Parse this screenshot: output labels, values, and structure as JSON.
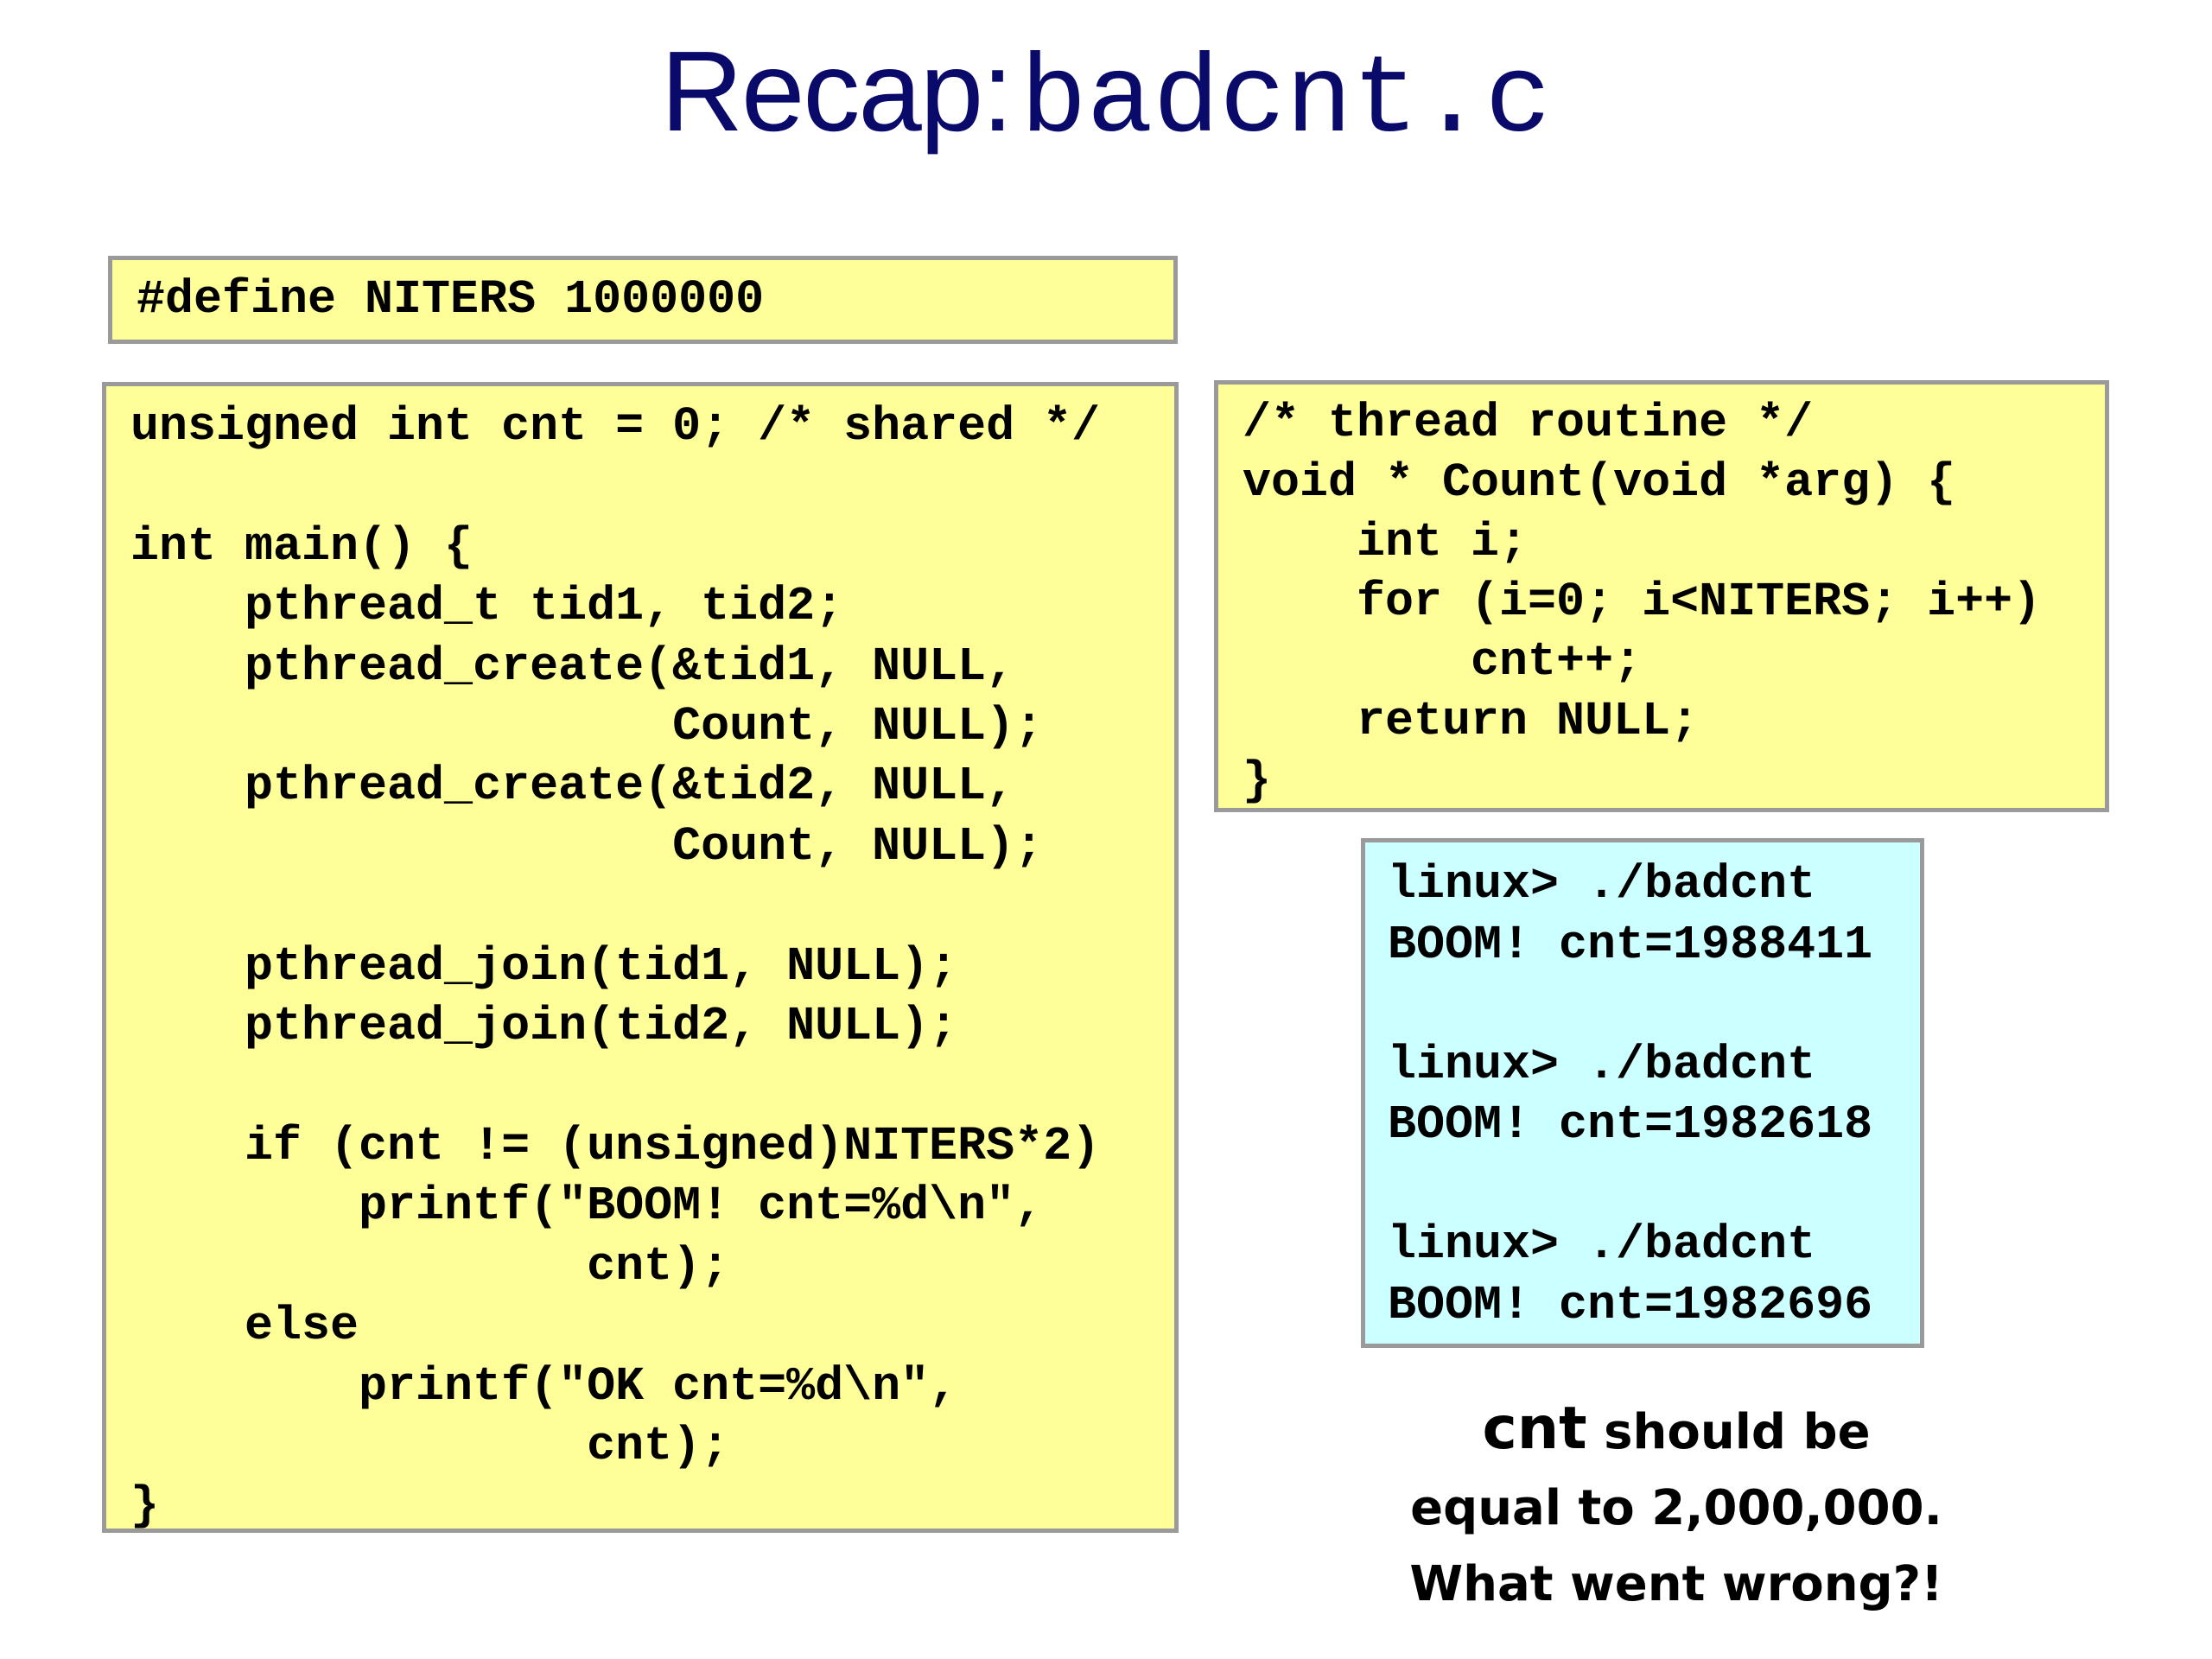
{
  "slide": {
    "title_text": "Recap:",
    "title_code": "badcnt.c"
  },
  "code": {
    "define": "#define NITERS 1000000",
    "main": "unsigned int cnt = 0; /* shared */\n\nint main() {\n    pthread_t tid1, tid2;\n    pthread_create(&tid1, NULL,\n                   Count, NULL);\n    pthread_create(&tid2, NULL,\n                   Count, NULL);\n\n    pthread_join(tid1, NULL);\n    pthread_join(tid2, NULL);\n\n    if (cnt != (unsigned)NITERS*2)\n        printf(\"BOOM! cnt=%d\\n\",\n                cnt);\n    else\n        printf(\"OK cnt=%d\\n\",\n                cnt);\n}",
    "thread": "/* thread routine */\nvoid * Count(void *arg) {\n    int i;\n    for (i=0; i<NITERS; i++)\n        cnt++;\n    return NULL;\n}"
  },
  "console": {
    "output": "linux> ./badcnt\nBOOM! cnt=1988411\n\nlinux> ./badcnt\nBOOM! cnt=1982618\n\nlinux> ./badcnt\nBOOM! cnt=1982696"
  },
  "caption": {
    "code_word": "cnt",
    "line1_rest": " should be",
    "line2": "equal to 2,000,000.",
    "line3": "What went wrong?!"
  },
  "colors": {
    "title": "#0a0a6b",
    "code_box": "#ffff99",
    "console_box": "#ccffff",
    "border": "#9a9a9a"
  }
}
